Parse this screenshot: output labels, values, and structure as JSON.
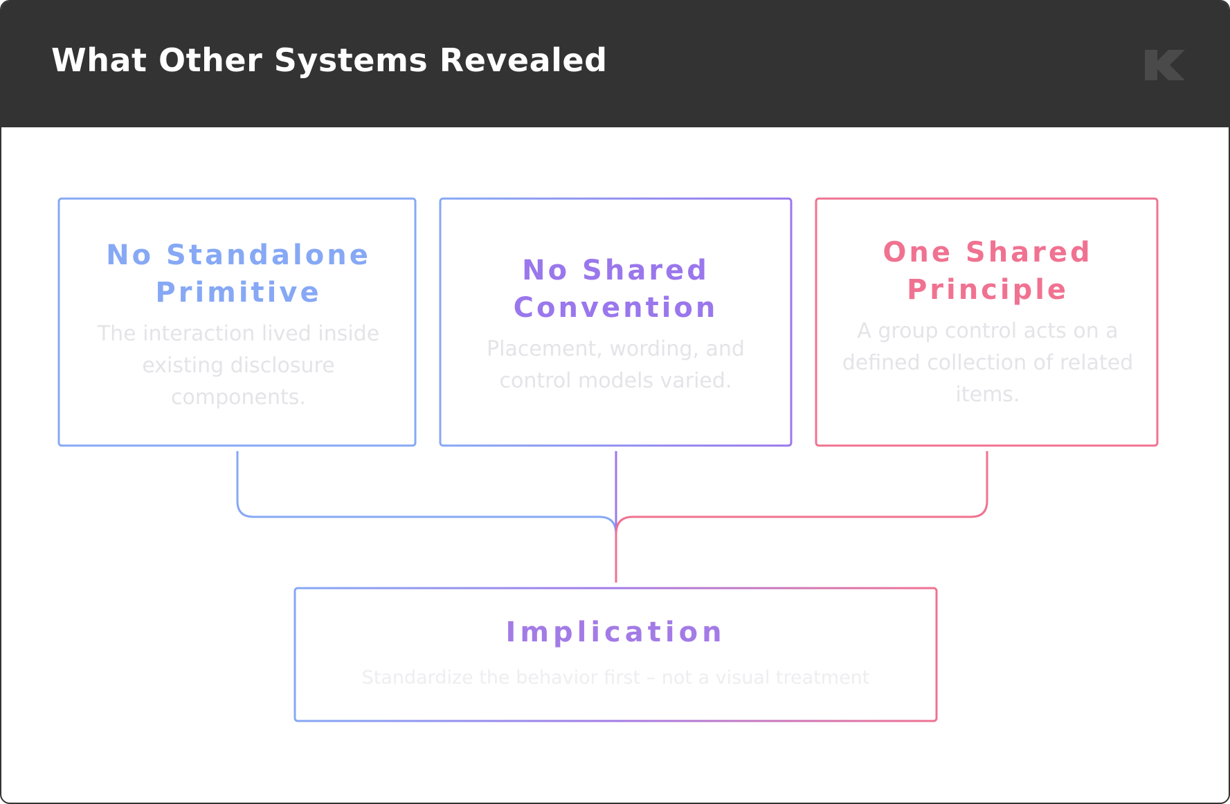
{
  "header": {
    "title": "What Other Systems Revealed",
    "logo_icon": "k-logo-icon",
    "background": "#333333"
  },
  "cards": [
    {
      "title": "No Standalone Primitive",
      "body": "The interaction lived inside existing disclosure components.",
      "color": "#86a8f5"
    },
    {
      "title": "No Shared Convention",
      "body": "Placement, wording, and control models varied.",
      "color": "#9a77ec"
    },
    {
      "title": "One Shared Principle",
      "body": "A group control acts on a defined collection of related items.",
      "color": "#f07291"
    }
  ],
  "implication": {
    "title": "Implication",
    "body": "Standardize the behavior first – not a visual treatment"
  }
}
